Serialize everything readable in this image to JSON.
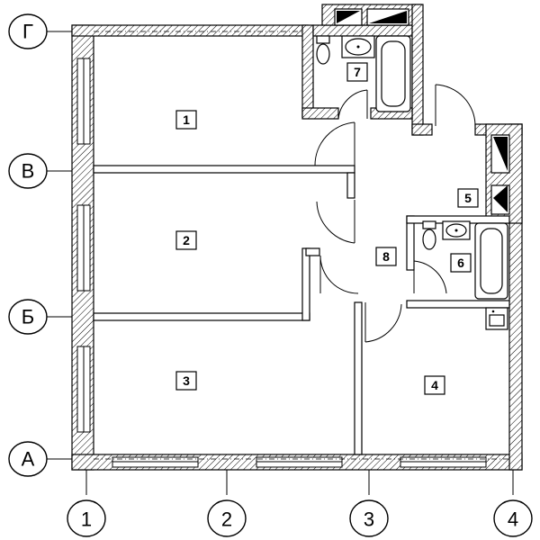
{
  "axes": {
    "horizontal": [
      {
        "id": "col-1",
        "label": "1"
      },
      {
        "id": "col-2",
        "label": "2"
      },
      {
        "id": "col-3",
        "label": "3"
      },
      {
        "id": "col-4",
        "label": "4"
      }
    ],
    "vertical": [
      {
        "id": "row-g",
        "label": "Г"
      },
      {
        "id": "row-v",
        "label": "В"
      },
      {
        "id": "row-b",
        "label": "Б"
      },
      {
        "id": "row-a",
        "label": "А"
      }
    ]
  },
  "rooms": [
    {
      "id": "room-1",
      "label": "1"
    },
    {
      "id": "room-2",
      "label": "2"
    },
    {
      "id": "room-3",
      "label": "3"
    },
    {
      "id": "room-4",
      "label": "4"
    },
    {
      "id": "room-5",
      "label": "5"
    },
    {
      "id": "room-6",
      "label": "6"
    },
    {
      "id": "room-7",
      "label": "7"
    },
    {
      "id": "room-8",
      "label": "8"
    }
  ]
}
